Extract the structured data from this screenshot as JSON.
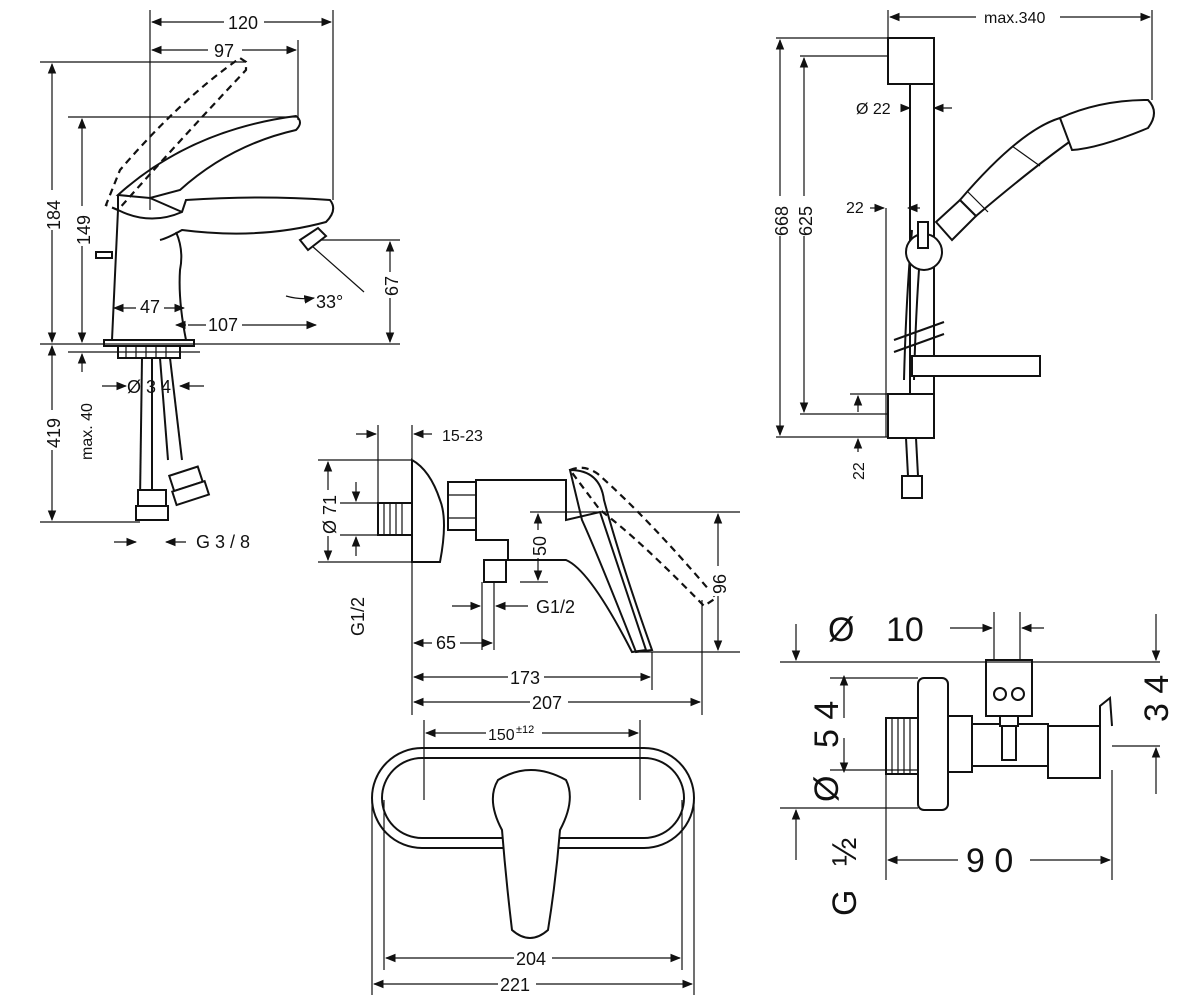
{
  "faucet": {
    "width_overall": "120",
    "lever_reach": "97",
    "height_total": "184",
    "height_spout": "149",
    "base_dia": "47",
    "spout_reach": "107",
    "aerator_angle": "33°",
    "aerator_height": "67",
    "hose_length": "419",
    "counter_thickness": "max. 40",
    "hole_dia": "Ø 3 4",
    "connection": "G 3 / 8"
  },
  "shower_mixer": {
    "offset": "15-23",
    "rosette_dia": "Ø 71",
    "inlet": "G1/2",
    "height_outlet": "50",
    "outlet": "G1/2",
    "outlet_offset": "65",
    "lever_height": "96",
    "depth": "173",
    "depth_total": "207"
  },
  "front_mixer": {
    "center_distance": "150",
    "center_tolerance": "±12",
    "width_inner": "204",
    "width_total": "221"
  },
  "shower_rail": {
    "projection": "max.340",
    "rail_dia": "Ø 22",
    "height_total": "668",
    "height_inner": "625",
    "wall_offset": "22",
    "bottom_offset": "22"
  },
  "angle_valve": {
    "outlet_dia": "Ø",
    "outlet_dia_value": "10",
    "rosette_dia": "Ø",
    "rosette_dia_value": "5 4",
    "height": "3 4",
    "depth": "9 0",
    "thread_g": "G",
    "thread_half": "½"
  }
}
